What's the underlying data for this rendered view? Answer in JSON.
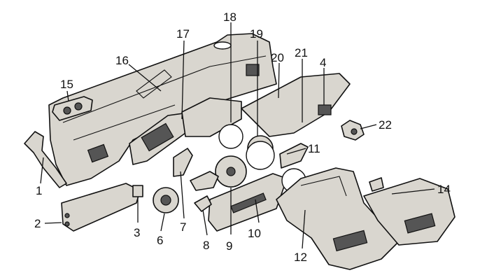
{
  "diagram": {
    "callouts": [
      "1",
      "2",
      "3",
      "4",
      "6",
      "7",
      "8",
      "9",
      "10",
      "11",
      "12",
      "14",
      "15",
      "16",
      "17",
      "18",
      "19",
      "20",
      "21",
      "22"
    ]
  }
}
